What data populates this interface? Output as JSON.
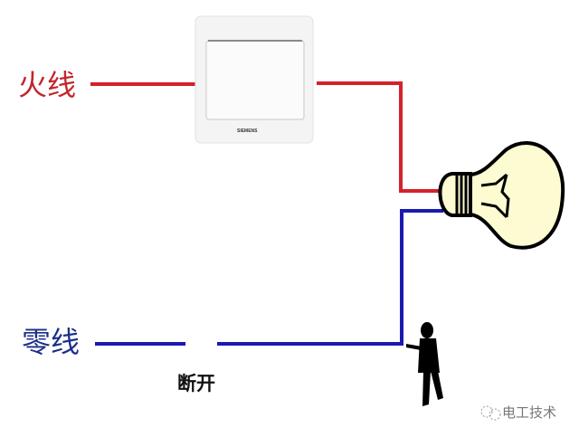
{
  "labels": {
    "live_wire": "火线",
    "neutral_wire": "零线",
    "break_point": "断开",
    "switch_brand": "SIEMENS",
    "watermark": "电工技术"
  },
  "colors": {
    "live": "#d4222a",
    "neutral": "#1a1ab0",
    "bulb_fill": "#fdfbd2"
  }
}
